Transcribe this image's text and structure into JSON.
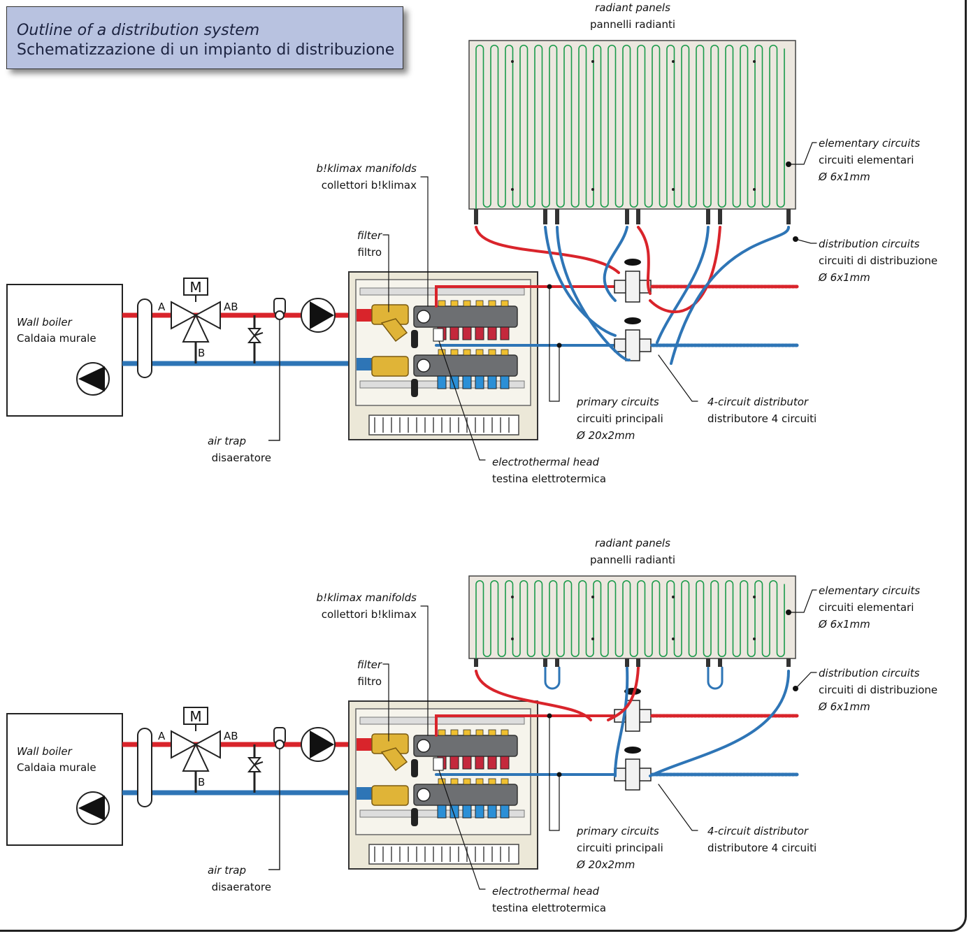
{
  "title": {
    "en": "Outline of a distribution system",
    "it": "Schematizzazione di un impianto di distribuzione"
  },
  "colors": {
    "hot_pipe": "#d9242b",
    "cold_pipe": "#2e75b6",
    "panel_fill": "#ece7df",
    "panel_tube": "#1a9a4a",
    "title_fill": "#b8c2e0",
    "cabinet_fill": "#ece8d8",
    "filter_brass": "#e0b437"
  },
  "labels": {
    "wall_boiler_en": "Wall boiler",
    "wall_boiler_it": "Caldaia murale",
    "port_a": "A",
    "port_ab": "AB",
    "port_b": "B",
    "motor": "M",
    "air_trap_en": "air trap",
    "air_trap_it": "disaeratore",
    "filter_en": "filter",
    "filter_it": "filtro",
    "manifolds_en": "b!klimax manifolds",
    "manifolds_it": "collettori b!klimax",
    "radiant_en": "radiant panels",
    "radiant_it": "pannelli radianti",
    "elementary_en": "elementary circuits",
    "elementary_it": "circuiti elementari",
    "elementary_dim": "Ø 6x1mm",
    "distribution_en": "distribution circuits",
    "distribution_it": "circuiti di distribuzione",
    "distribution_dim": "Ø 6x1mm",
    "primary_en": "primary circuits",
    "primary_it": "circuiti principali",
    "primary_dim": "Ø 20x2mm",
    "distributor_en": "4-circuit distributor",
    "distributor_it": "distributore 4 circuiti",
    "head_en": "electrothermal head",
    "head_it": "testina elettrotermica"
  }
}
